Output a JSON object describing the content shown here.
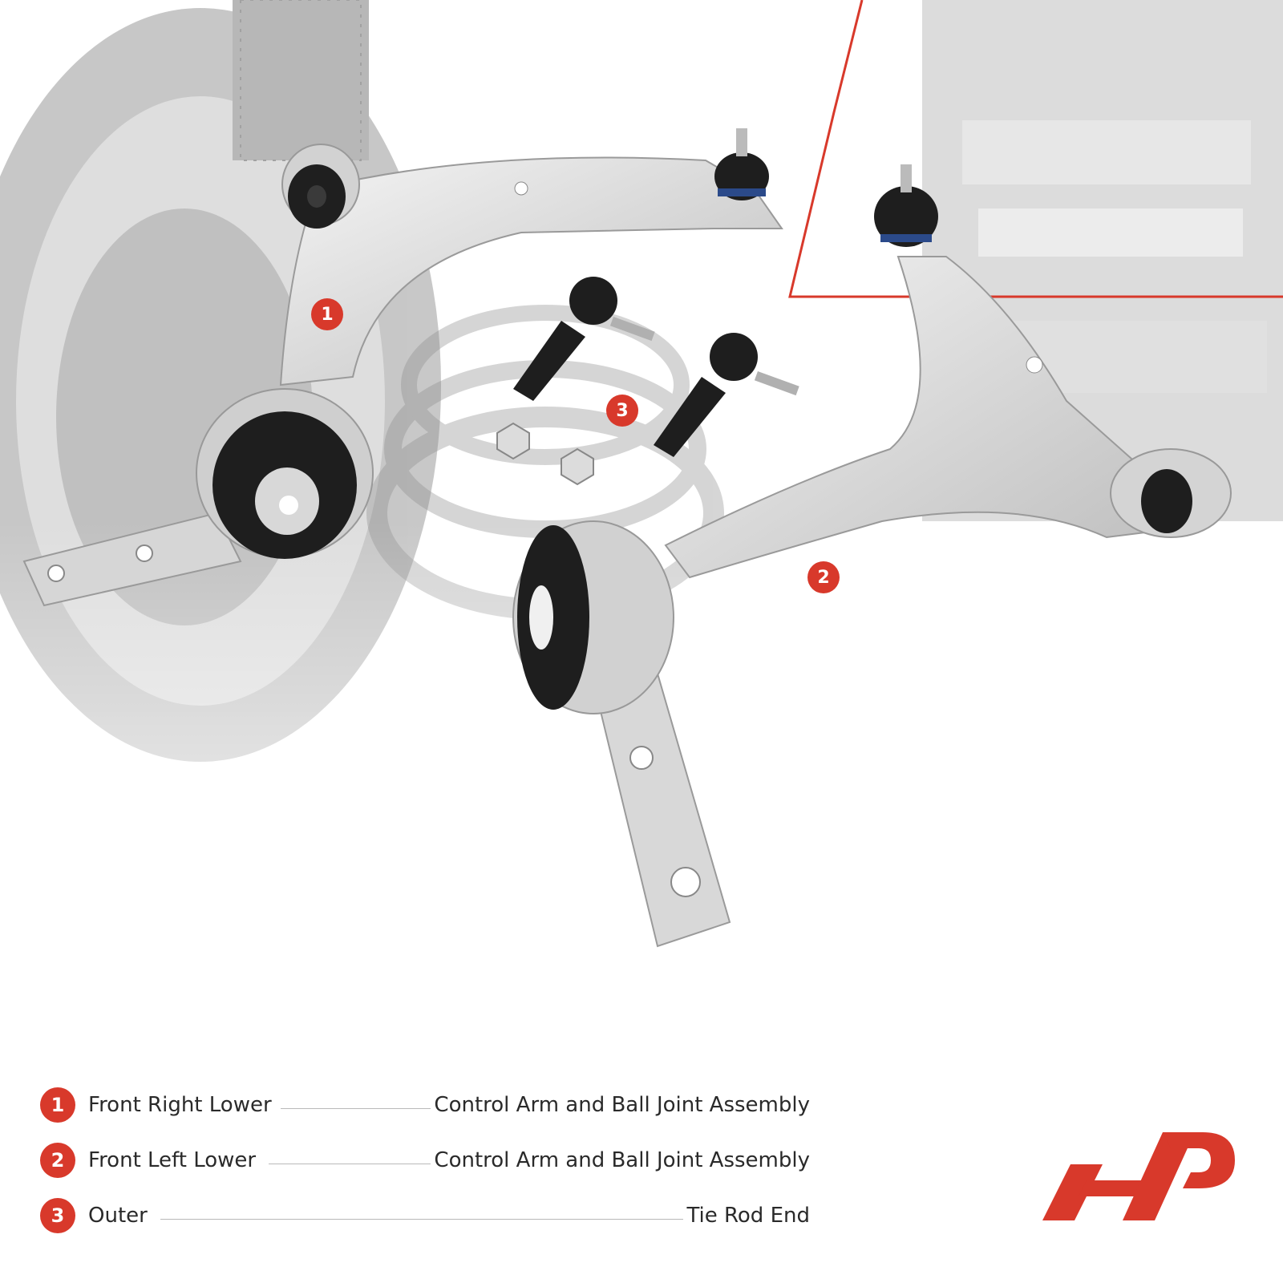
{
  "callouts": {
    "part1": "1",
    "part2": "2",
    "part3": "3"
  },
  "legend": [
    {
      "number": "1",
      "left": "Front Right Lower",
      "right": "Control Arm and Ball Joint Assembly"
    },
    {
      "number": "2",
      "left": "Front Left Lower",
      "right": "Control Arm and Ball Joint Assembly"
    },
    {
      "number": "3",
      "left": "Outer",
      "right": "Tie Rod End"
    }
  ],
  "colors": {
    "accent": "#d8392b",
    "aluminum": "#d9d9d9",
    "rubber": "#1e1e1e",
    "text": "#2a2a2a"
  },
  "logo": {
    "icon": "brand-logo-icon"
  }
}
